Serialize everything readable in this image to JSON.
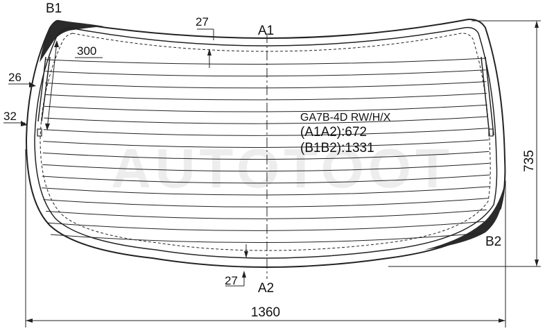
{
  "labels": {
    "b1": "B1",
    "b2": "B2",
    "a1": "A1",
    "a2": "A2",
    "dim_27_top": "27",
    "dim_27_bottom": "27",
    "dim_300": "300",
    "dim_26": "26",
    "dim_32": "32",
    "dim_735": "735",
    "dim_1360": "1360"
  },
  "info": {
    "code": "GA7B-4D RW/H/X",
    "a1a2": "(A1A2):672",
    "b1b2": "(B1B2):1331"
  },
  "watermark": "AUTOTOOT",
  "heater_lines": 16,
  "colors": {
    "line": "#222222",
    "frit": "#2a2a2a",
    "watermark": "#ededed"
  }
}
